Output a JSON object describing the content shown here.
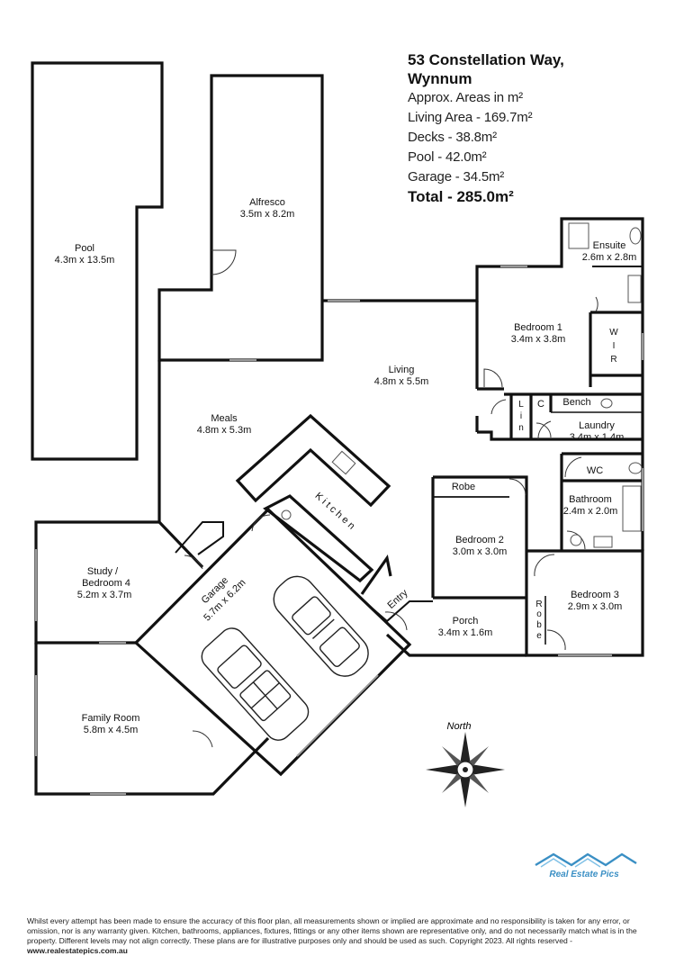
{
  "info": {
    "address_line1": "53 Constellation Way,",
    "address_line2": "Wynnum",
    "approx": "Approx. Areas in m²",
    "living": "Living Area - 169.7m²",
    "decks": "Decks - 38.8m²",
    "pool": "Pool - 42.0m²",
    "garage": "Garage - 34.5m²",
    "total": "Total - 285.0m²"
  },
  "rooms": {
    "pool": {
      "name": "Pool",
      "size": "4.3m x 13.5m"
    },
    "alfresco": {
      "name": "Alfresco",
      "size": "3.5m x 8.2m"
    },
    "ensuite": {
      "name": "Ensuite",
      "size": "2.6m x 2.8m"
    },
    "bedroom1": {
      "name": "Bedroom 1",
      "size": "3.4m x 3.8m"
    },
    "wir": {
      "w": "W",
      "i": "I",
      "r": "R"
    },
    "living": {
      "name": "Living",
      "size": "4.8m x 5.5m"
    },
    "meals": {
      "name": "Meals",
      "size": "4.8m x 5.3m"
    },
    "lin": {
      "l": "L",
      "i": "i",
      "n": "n"
    },
    "c": "C",
    "bench": "Bench",
    "laundry": {
      "name": "Laundry",
      "size": "3.4m x 1.4m"
    },
    "wc": "WC",
    "kitchen": "K i t c h e n",
    "robe2": "Robe",
    "bathroom": {
      "name": "Bathroom",
      "size": "2.4m x 2.0m"
    },
    "bedroom2": {
      "name": "Bedroom 2",
      "size": "3.0m x 3.0m"
    },
    "study": {
      "line1": "Study /",
      "line2": "Bedroom  4",
      "size": "5.2m x 3.7m"
    },
    "garage": {
      "name": "Garage",
      "size": "5.7m x 6.2m"
    },
    "entry": "Entry",
    "bedroom3": {
      "name": "Bedroom 3",
      "size": "2.9m x 3.0m"
    },
    "robe3": {
      "r": "R",
      "o": "o",
      "b": "b",
      "e": "e"
    },
    "porch": {
      "name": "Porch",
      "size": "3.4m x 1.6m"
    },
    "family": {
      "name": "Family Room",
      "size": "5.8m x 4.5m"
    }
  },
  "compass": {
    "label": "North"
  },
  "logo": {
    "text": "Real Estate Pics"
  },
  "disclaimer": {
    "text": "Whilst every attempt has been made to ensure the accuracy of this floor plan, all measurements shown or implied are approximate and no responsibility is taken for any error, or omission, nor is any warranty given.  Kitchen, bathrooms, appliances, fixtures, fittings or any  other items shown  are representative only, and do not necessarily match what is in the property.  Different levels may not align correctly.  These plans are for illustrative purposes only and should be used as such.  Copyright 2023.  All rights reserved - ",
    "site": "www.realestatepics.com.au"
  },
  "colors": {
    "wall": "#111111",
    "window": "#888888",
    "logo_blue": "#3a8fc4"
  }
}
